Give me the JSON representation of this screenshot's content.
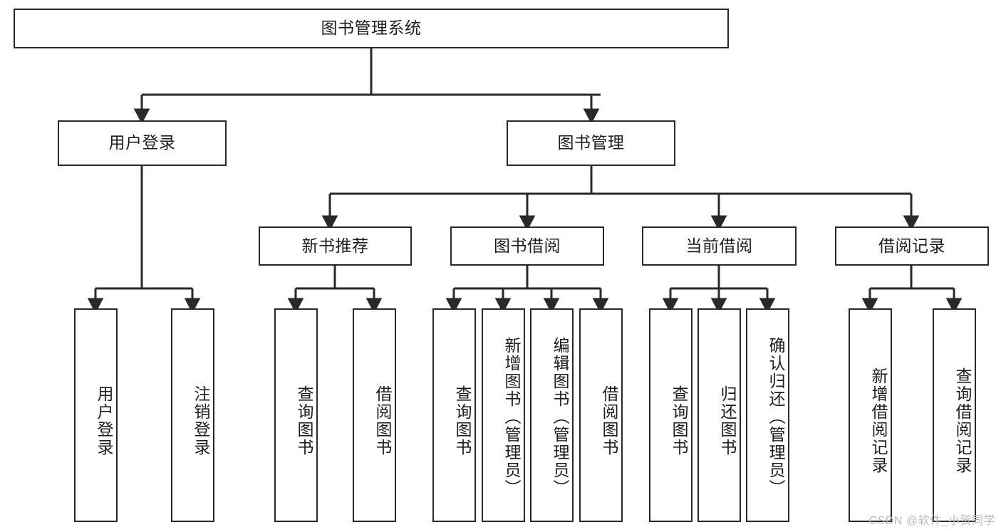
{
  "diagram": {
    "type": "hierarchy-tree",
    "title": "图书管理系统",
    "orientation": "top-down",
    "box_fill": "#ffffff",
    "box_stroke": "#27292b",
    "edge_color": "#27292b",
    "background": "#ffffff"
  },
  "nodes": {
    "root": {
      "label": "图书管理系统",
      "level": 0
    },
    "level1": [
      {
        "id": "user-login",
        "label": "用户登录"
      },
      {
        "id": "book-manage",
        "label": "图书管理"
      }
    ],
    "level2": [
      {
        "id": "new-book-rec",
        "label": "新书推荐",
        "parent": "book-manage"
      },
      {
        "id": "book-borrow",
        "label": "图书借阅",
        "parent": "book-manage"
      },
      {
        "id": "current-borrow",
        "label": "当前借阅",
        "parent": "book-manage"
      },
      {
        "id": "borrow-record",
        "label": "借阅记录",
        "parent": "book-manage"
      }
    ],
    "leaves": [
      {
        "id": "leaf-user-login",
        "label": "用户登录",
        "parent": "user-login"
      },
      {
        "id": "leaf-logout",
        "label": "注销登录",
        "parent": "user-login"
      },
      {
        "id": "leaf-query-book-1",
        "label": "查询图书",
        "parent": "new-book-rec"
      },
      {
        "id": "leaf-borrow-book-1",
        "label": "借阅图书",
        "parent": "new-book-rec"
      },
      {
        "id": "leaf-query-book-2",
        "label": "查询图书",
        "parent": "book-borrow"
      },
      {
        "id": "leaf-add-book",
        "label": "新增图书（管理员）",
        "parent": "book-borrow"
      },
      {
        "id": "leaf-edit-book",
        "label": "编辑图书（管理员）",
        "parent": "book-borrow"
      },
      {
        "id": "leaf-borrow-book-2",
        "label": "借阅图书",
        "parent": "book-borrow"
      },
      {
        "id": "leaf-query-book-3",
        "label": "查询图书",
        "parent": "current-borrow"
      },
      {
        "id": "leaf-return-book",
        "label": "归还图书",
        "parent": "current-borrow"
      },
      {
        "id": "leaf-confirm-return",
        "label": "确认归还（管理员）",
        "parent": "current-borrow"
      },
      {
        "id": "leaf-add-record",
        "label": "新增借阅记录",
        "parent": "borrow-record"
      },
      {
        "id": "leaf-query-record",
        "label": "查询借阅记录",
        "parent": "borrow-record"
      }
    ]
  },
  "watermark": {
    "text": "CSDN @软件_小贺同学"
  }
}
